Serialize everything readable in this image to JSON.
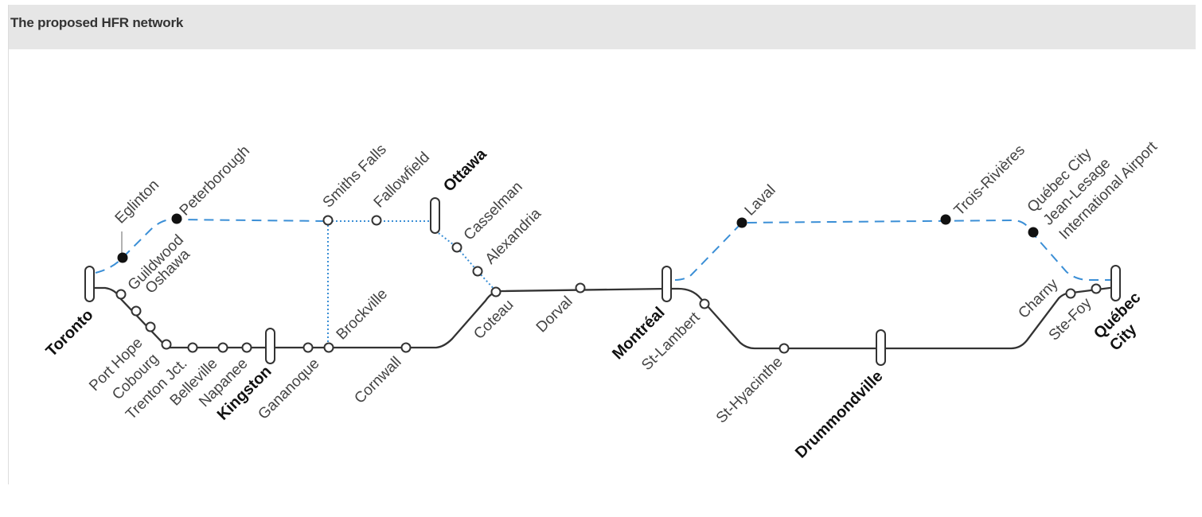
{
  "header": {
    "title": "The proposed HFR network"
  },
  "colors": {
    "trunk": "#333333",
    "proposed": "#3b8fd6",
    "header_bg": "#e6e6e6",
    "text": "#444444"
  },
  "legend_styles": {
    "trunk": "solid-dark",
    "proposed_dashed": "dashed-blue",
    "proposed_dotted": "dotted-blue"
  },
  "stations": {
    "toronto": "Toronto",
    "eglinton": "Eglinton",
    "peterborough": "Peterborough",
    "guildwood": "Guildwood",
    "oshawa": "Oshawa",
    "port_hope": "Port Hope",
    "cobourg": "Cobourg",
    "trenton": "Trenton Jct.",
    "belleville": "Belleville",
    "napanee": "Napanee",
    "kingston": "Kingston",
    "gananoque": "Gananoque",
    "brockville": "Brockville",
    "smiths_falls": "Smiths Falls",
    "fallowfield": "Fallowfield",
    "ottawa": "Ottawa",
    "casselman": "Casselman",
    "alexandria": "Alexandria",
    "cornwall": "Cornwall",
    "coteau": "Coteau",
    "dorval": "Dorval",
    "montreal": "Montréal",
    "st_lambert": "St-Lambert",
    "laval": "Laval",
    "st_hyacinthe": "St-Hyacinthe",
    "drummondville": "Drummondville",
    "trois_rivieres": "Trois-Rivières",
    "quebec_airport_1": "Québec City",
    "quebec_airport_2": "Jean-Lesage",
    "quebec_airport_3": "International Airport",
    "charny": "Charny",
    "ste_foy": "Ste-Foy",
    "quebec_city_1": "Québec",
    "quebec_city_2": "City"
  }
}
